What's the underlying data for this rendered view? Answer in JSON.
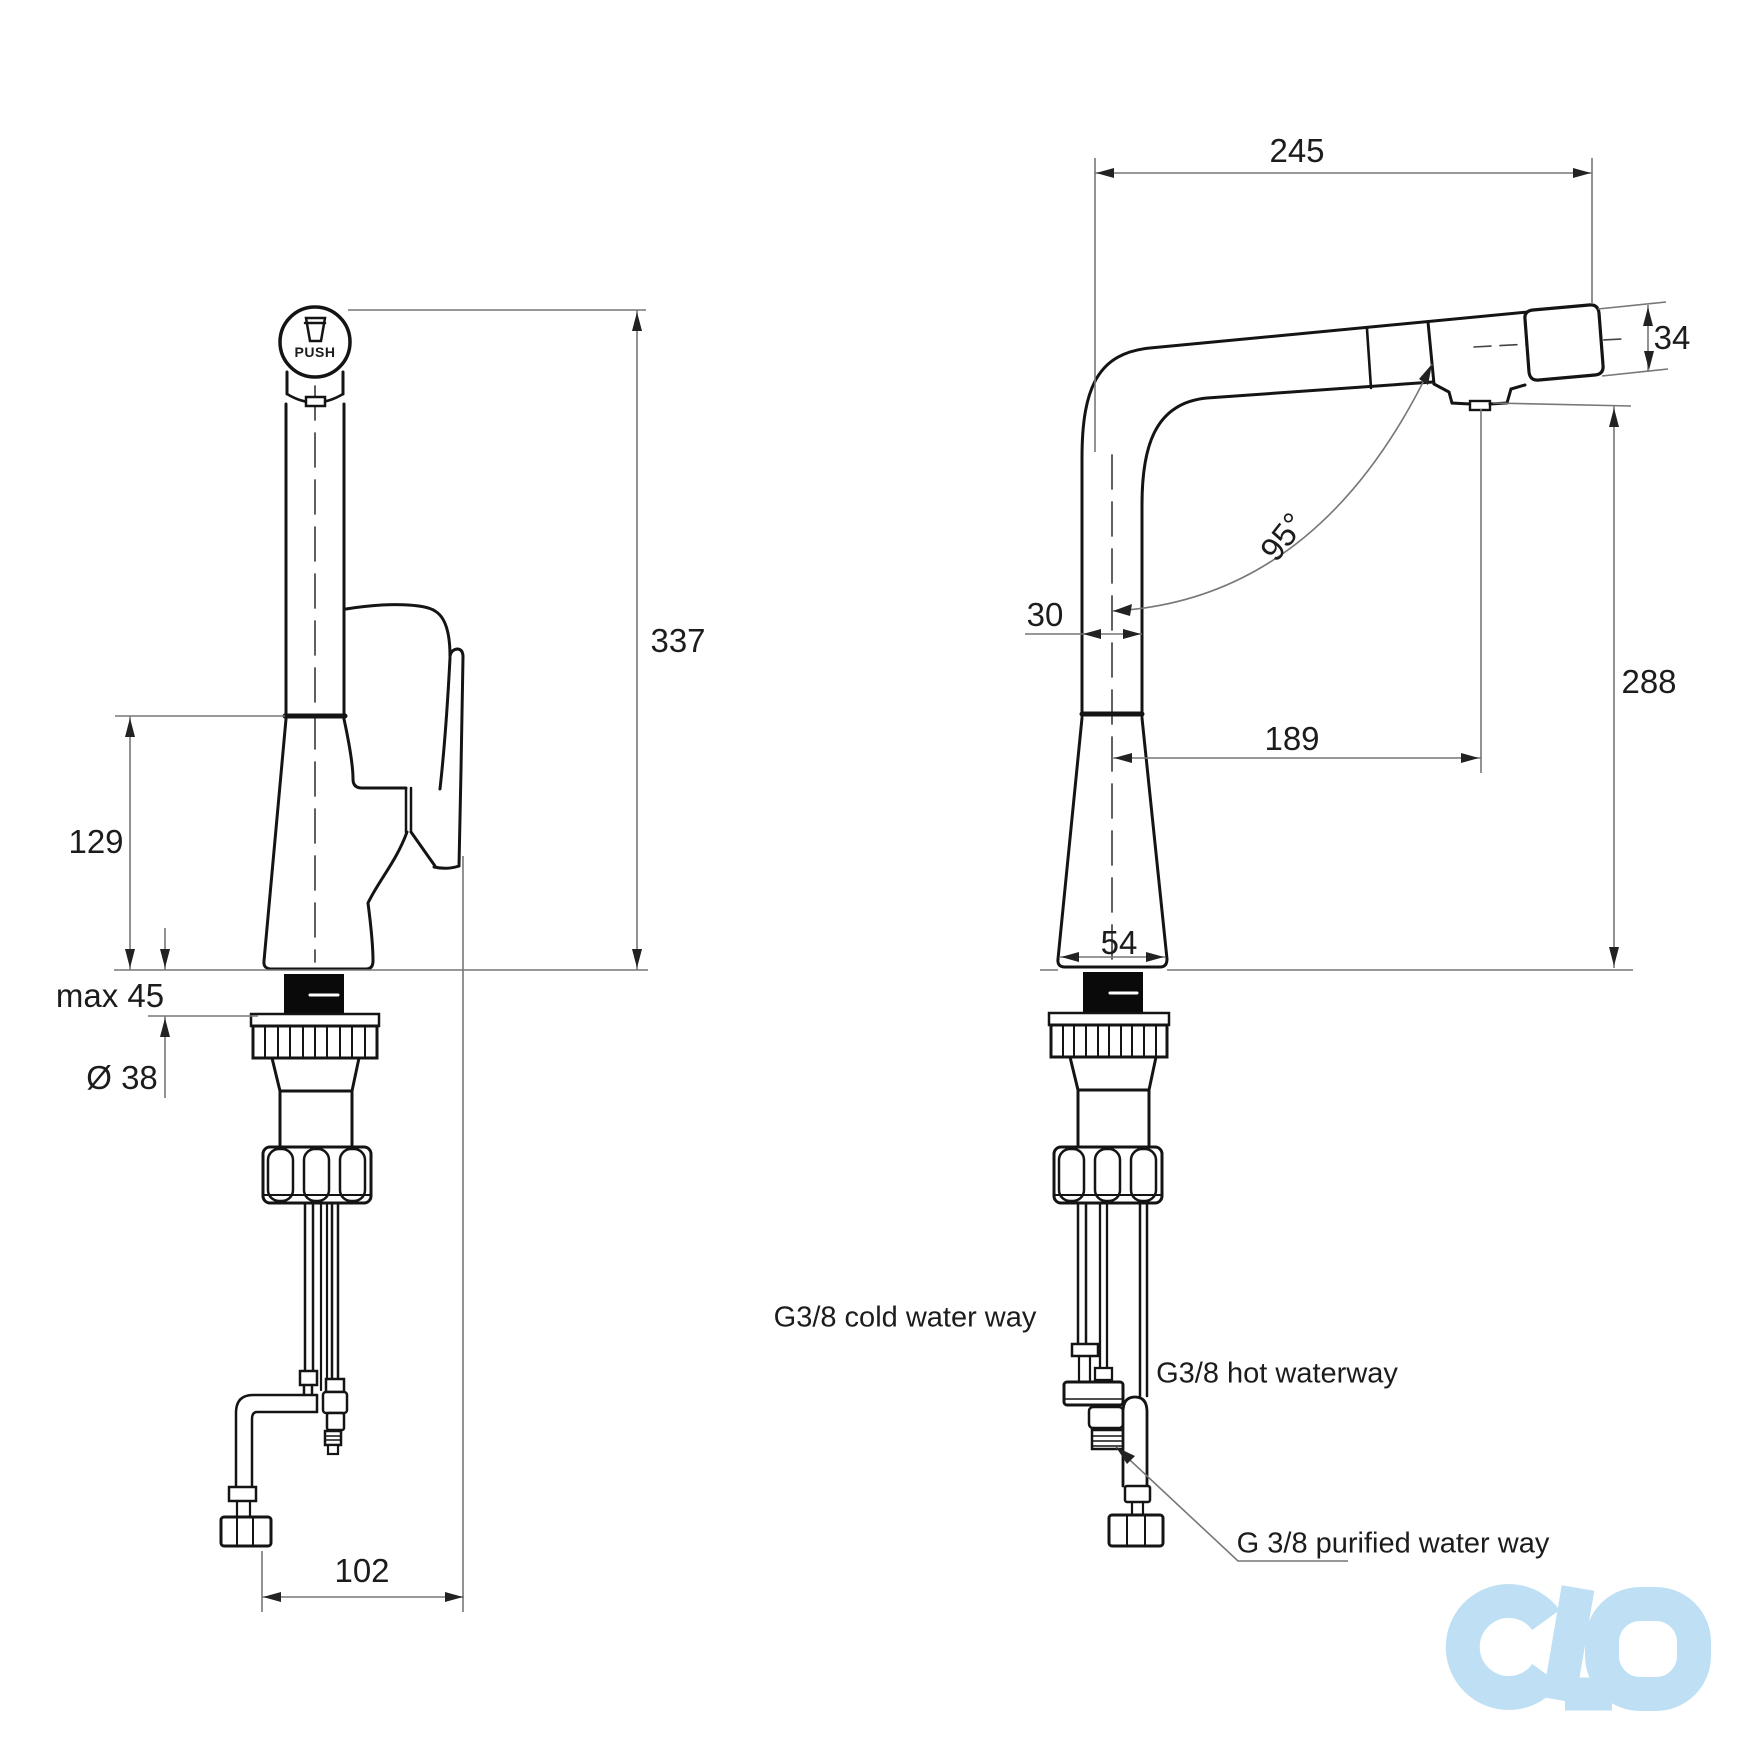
{
  "drawing_title": "kitchen faucet technical drawing",
  "colors": {
    "outline": "#141414",
    "dimension": "#777777",
    "logo": "#bfe0f4"
  },
  "front_view": {
    "push_button": "PUSH",
    "dims": {
      "total_height": "337",
      "body_height": "129",
      "mount_thickness": "max 45",
      "shank_diameter": "Ø 38",
      "hose_offset": "102"
    }
  },
  "side_view": {
    "dims": {
      "spout_reach": "245",
      "spout_diameter": "34",
      "spout_angle": "95°",
      "column_width": "30",
      "outlet_height": "288",
      "outlet_reach": "189",
      "base_width": "54"
    }
  },
  "waterways": {
    "cold": "G3/8 cold water way",
    "hot": "G3/8 hot waterway",
    "purified": "G 3/8 purified water way"
  }
}
